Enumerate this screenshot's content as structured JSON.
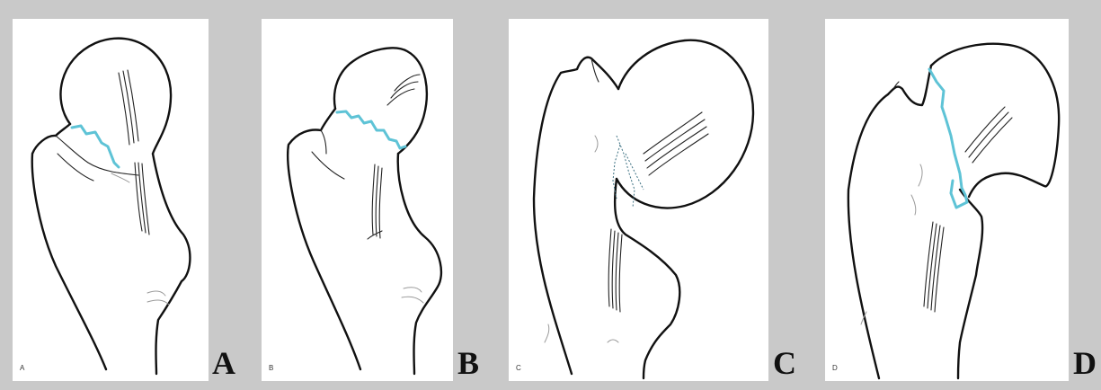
{
  "panels": [
    {
      "id": "A",
      "small_label": "A",
      "big_label": "A"
    },
    {
      "id": "B",
      "small_label": "B",
      "big_label": "B"
    },
    {
      "id": "C",
      "small_label": "C",
      "big_label": "C"
    },
    {
      "id": "D",
      "small_label": "D",
      "big_label": "D"
    }
  ],
  "colors": {
    "background": "#c9c9c9",
    "panel": "#ffffff",
    "outline": "#111111",
    "fracture_line": "#5ec3d6"
  }
}
